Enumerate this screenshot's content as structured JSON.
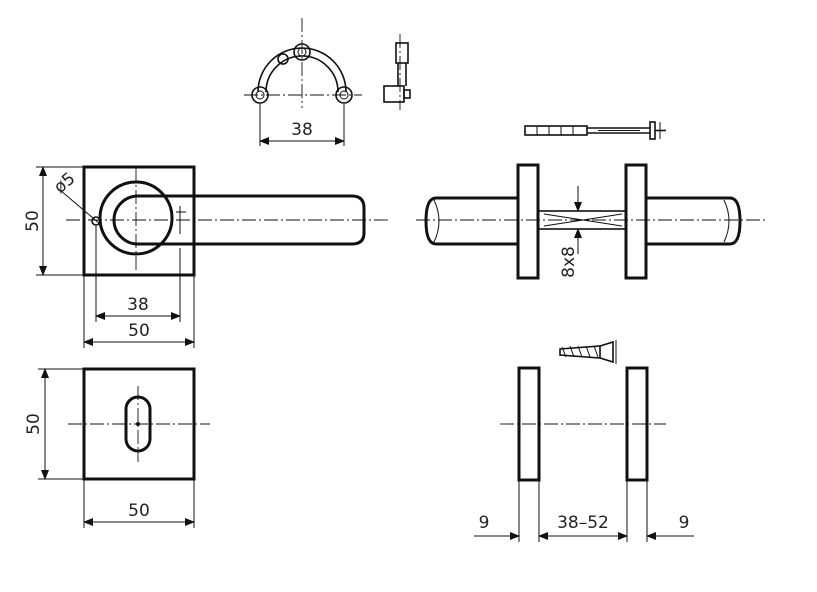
{
  "dimensions": {
    "top_bracket_span": "38",
    "rose_height": "50",
    "rose_inner": "38",
    "rose_width": "50",
    "hole_diameter": "ø5",
    "hole_label": "ø5",
    "spindle_size": "8x8",
    "escutcheon_height": "50",
    "escutcheon_width": "50",
    "door_plate_thickness_left": "9",
    "door_thickness_range": "38–52",
    "door_plate_thickness_right": "9"
  }
}
